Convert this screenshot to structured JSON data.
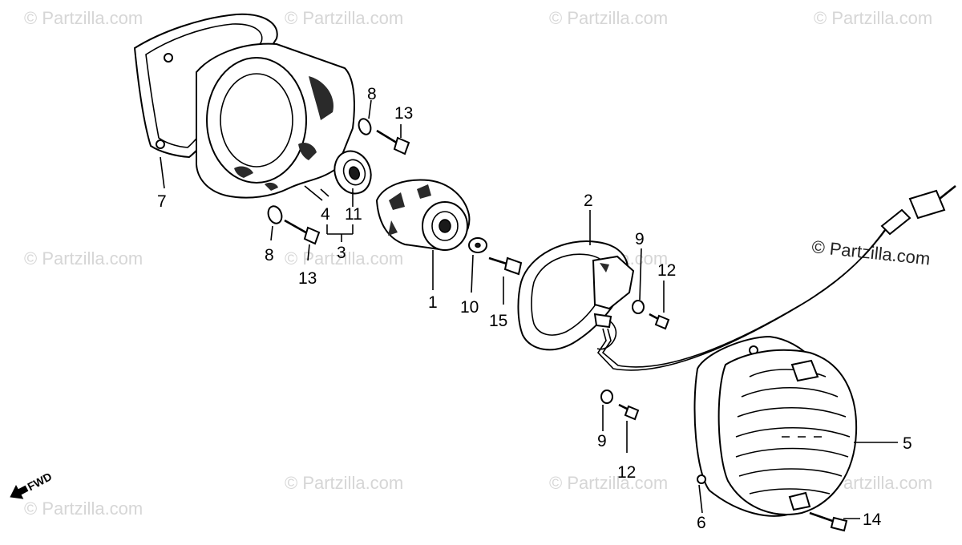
{
  "watermarks": [
    "© Partzilla.com",
    "© Partzilla.com",
    "© Partzilla.com",
    "© Partzilla.com",
    "© Partzilla.com",
    "© Partzilla.com",
    "© Partzilla.com",
    "© Partzilla.com",
    "© Partzilla.com",
    "© Partzilla.com",
    "© Partzilla.com"
  ],
  "watermark_strong": "© Partzilla.com",
  "fwd_label": "FWD",
  "callouts": {
    "c1": "1",
    "c2": "2",
    "c3": "3",
    "c4": "4",
    "c5": "5",
    "c6": "6",
    "c7": "7",
    "c8a": "8",
    "c8b": "8",
    "c9a": "9",
    "c9b": "9",
    "c10": "10",
    "c11": "11",
    "c12a": "12",
    "c12b": "12",
    "c13a": "13",
    "c13b": "13",
    "c14": "14",
    "c15": "15"
  },
  "colors": {
    "line": "#000000",
    "watermark": "#d6d6d6",
    "background": "#ffffff"
  }
}
